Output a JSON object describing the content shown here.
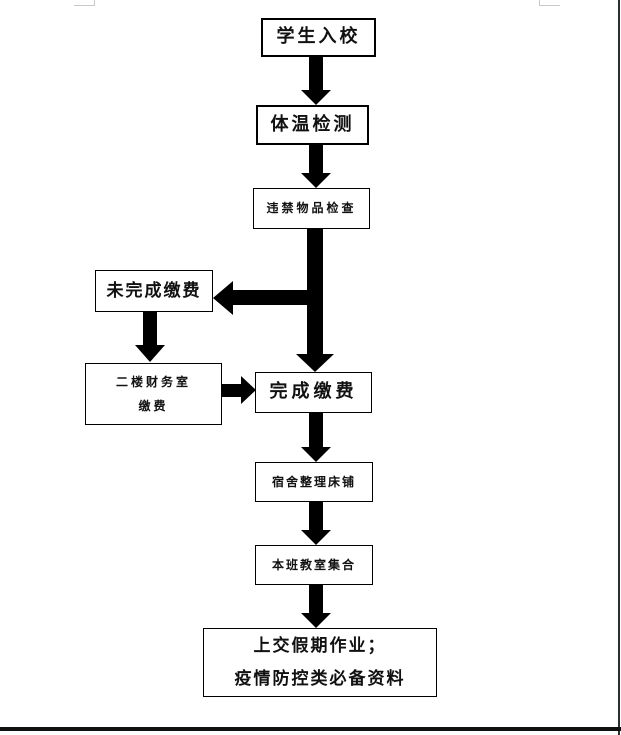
{
  "page": {
    "background": "#ffffff",
    "right_edge_color": "#2e2e2e",
    "bottom_rule_color": "#101010",
    "crop_mark_color": "#c9c9c9"
  },
  "flowchart": {
    "line_color": "#000000",
    "box_border_color": "#000000",
    "box_background": "#ffffff",
    "nodes": {
      "student_entry": "学生入校",
      "temp_check": "体温检测",
      "contraband_check": "违禁物品检查",
      "not_paid": "未完成缴费",
      "finance_office_line1": "二楼财务室",
      "finance_office_line2": "缴费",
      "paid": "完成缴费",
      "dorm_beds": "宿舍整理床铺",
      "classroom_gather": "本班教室集合",
      "submit_line1": "上交假期作业；",
      "submit_line2": "疫情防控类必备资料"
    }
  }
}
